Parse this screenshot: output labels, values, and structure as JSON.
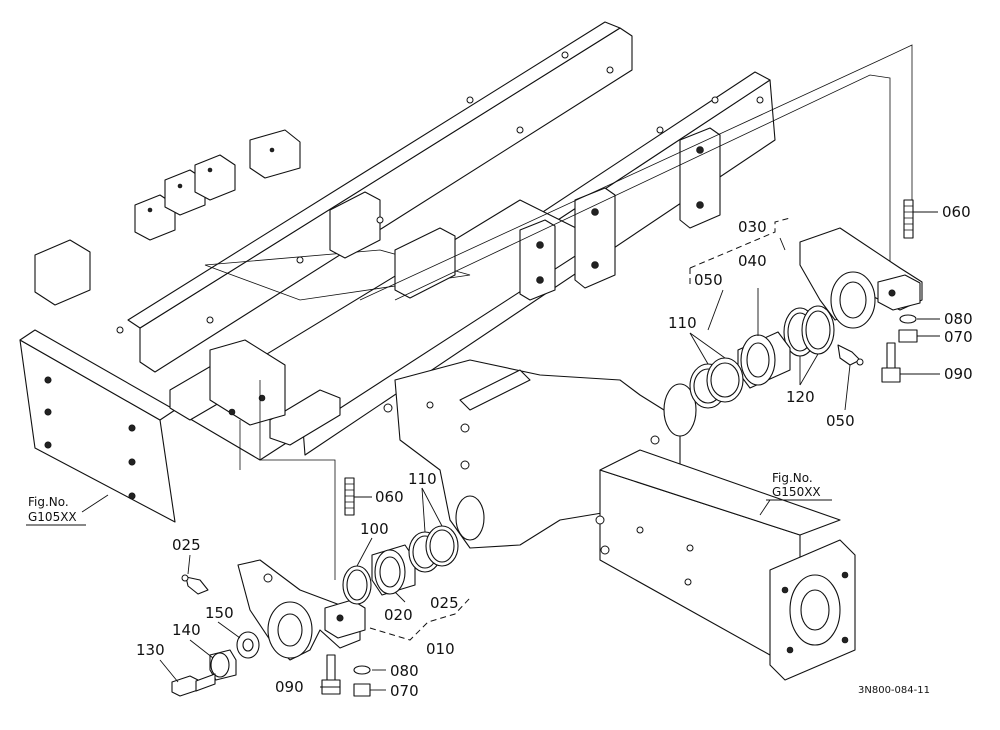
{
  "labels": {
    "p060_top": "060",
    "p030": "030",
    "p040": "040",
    "p050_upper": "050",
    "p080_right": "080",
    "p070_right": "070",
    "p090_right": "090",
    "p110_upper": "110",
    "p120": "120",
    "p050_lower": "050",
    "p060_mid": "060",
    "p110_lower": "110",
    "p100": "100",
    "p025_left": "025",
    "p025_mid": "025",
    "p020": "020",
    "p010": "010",
    "p150": "150",
    "p140": "140",
    "p130": "130",
    "p080_bottom": "080",
    "p090_bottom": "090",
    "p070_bottom": "070"
  },
  "figure_refs": {
    "left_line1": "Fig.No.",
    "left_line2": "G105XX",
    "right_line1": "Fig.No.",
    "right_line2": "G150XX"
  },
  "drawing_code": "3N800-084-11"
}
